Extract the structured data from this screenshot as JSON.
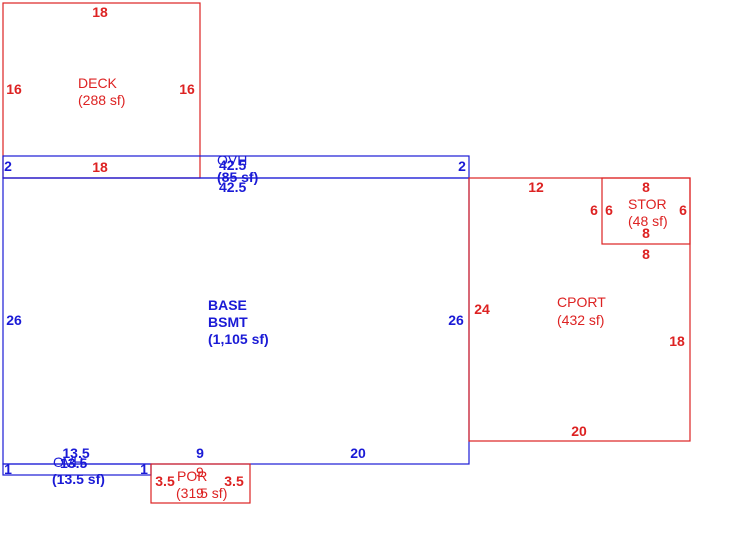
{
  "colors": {
    "red": "#dd2222",
    "blue": "#1a1ad6",
    "background": "#ffffff"
  },
  "areas": {
    "deck": {
      "name": "DECK",
      "area": "(288 sf)",
      "dim_top": "18",
      "dim_left": "16",
      "dim_right": "16",
      "dim_bottom": "18"
    },
    "ovh_top": {
      "name": "OVH",
      "name_overlap": "42.5",
      "area": "(85 sf)",
      "dim_bottom": "42.5",
      "dim_left": "2",
      "dim_right": "2"
    },
    "base": {
      "name_line1": "BASE",
      "name_line2": "BSMT",
      "area": "(1,105 sf)",
      "dim_left": "26",
      "dim_right": "26",
      "dim_bottom_left": "9",
      "dim_bottom_right": "20"
    },
    "cport": {
      "name": "CPORT",
      "area": "(432 sf)",
      "dim_top": "12",
      "dim_left": "24",
      "dim_right": "18",
      "dim_bottom": "20"
    },
    "stor": {
      "name": "STOR",
      "area": "(48 sf)",
      "dim_top": "8",
      "dim_bottom": "8",
      "dim_bottom_outer": "8",
      "dim_left": "6",
      "dim_inner_left": "6",
      "dim_right": "6"
    },
    "ovh_bottom": {
      "name": "OVH",
      "name_overlap": "13.5",
      "area": "(13.5 sf)",
      "dim_top": "13.5",
      "dim_left": "1",
      "dim_right": "1"
    },
    "por": {
      "name": "POR",
      "name_overlap": "9",
      "area": "(31.5 sf)",
      "area_overlap": "9",
      "dim_left": "3.5",
      "dim_right": "3.5"
    }
  }
}
